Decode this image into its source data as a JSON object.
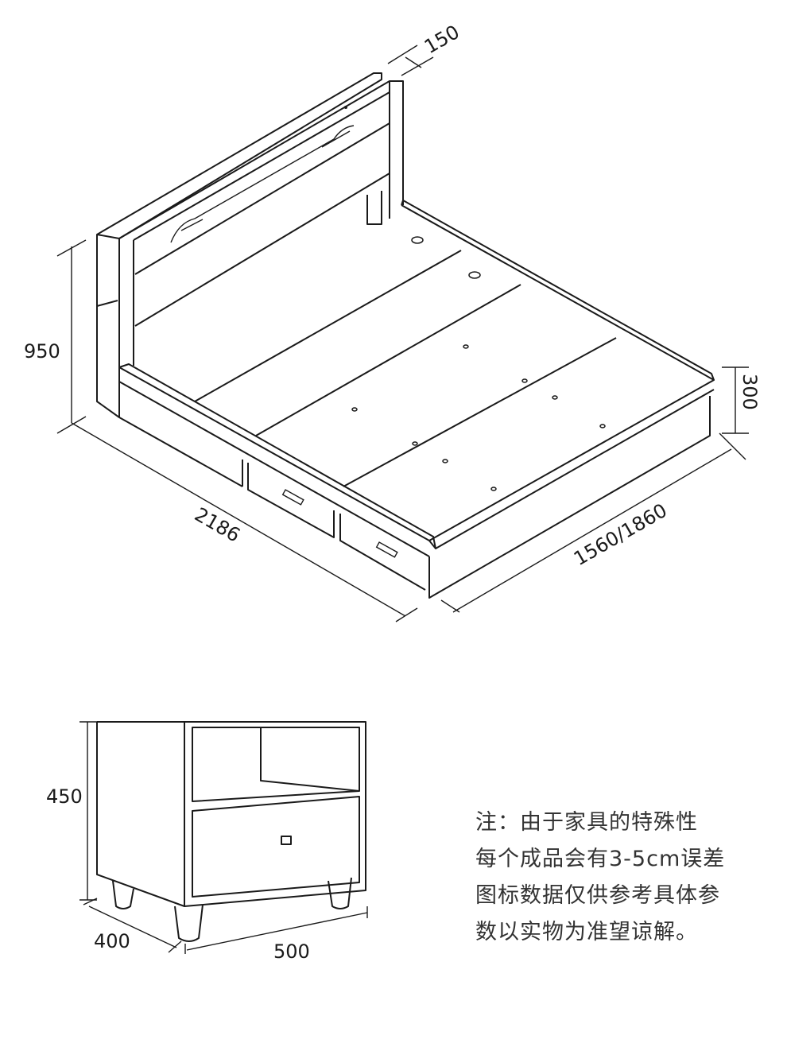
{
  "bed": {
    "dimensions": {
      "headboard_depth": "150",
      "height": "950",
      "frame_height": "300",
      "length": "2186",
      "width": "1560/1860"
    }
  },
  "nightstand": {
    "dimensions": {
      "height": "450",
      "depth": "400",
      "width": "500"
    }
  },
  "note": {
    "lines": [
      "注：由于家具的特殊性",
      "每个成品会有3-5cm误差",
      "图标数据仅供参考具体参",
      "数以实物为准望谅解。"
    ]
  }
}
